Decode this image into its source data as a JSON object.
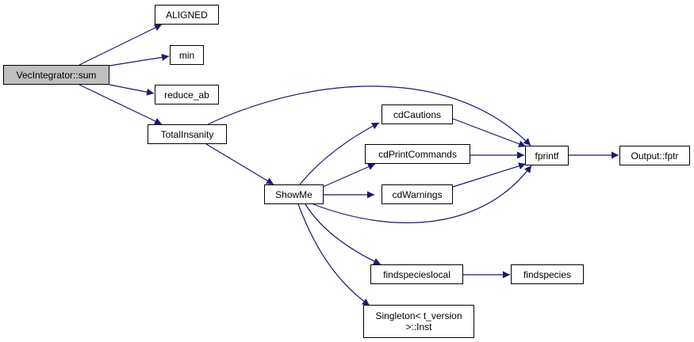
{
  "colors": {
    "edge": "#191970",
    "node_border": "#000000",
    "node_fill": "#ffffff",
    "root_fill": "#bfbfbf"
  },
  "nodes": {
    "vecintegrator_sum": "VecIntegrator::sum",
    "aligned": "ALIGNED",
    "min": "min",
    "reduce_ab": "reduce_ab",
    "totalinsanity": "TotalInsanity",
    "showme": "ShowMe",
    "cdcautions": "cdCautions",
    "cdprintcommands": "cdPrintCommands",
    "cdwarnings": "cdWarnings",
    "fprintf": "fprintf",
    "output_fptr": "Output::fptr",
    "findspecieslocal": "findspecieslocal",
    "findspecies": "findspecies",
    "singleton_line1": "Singleton< t_version",
    "singleton_line2": ">::Inst"
  },
  "edges": [
    [
      "vecintegrator_sum",
      "aligned"
    ],
    [
      "vecintegrator_sum",
      "min"
    ],
    [
      "vecintegrator_sum",
      "reduce_ab"
    ],
    [
      "vecintegrator_sum",
      "totalinsanity"
    ],
    [
      "totalinsanity",
      "fprintf"
    ],
    [
      "totalinsanity",
      "showme"
    ],
    [
      "showme",
      "cdcautions"
    ],
    [
      "showme",
      "cdprintcommands"
    ],
    [
      "showme",
      "cdwarnings"
    ],
    [
      "showme",
      "fprintf"
    ],
    [
      "showme",
      "findspecieslocal"
    ],
    [
      "showme",
      "singleton"
    ],
    [
      "cdcautions",
      "fprintf"
    ],
    [
      "cdprintcommands",
      "fprintf"
    ],
    [
      "cdwarnings",
      "fprintf"
    ],
    [
      "fprintf",
      "output_fptr"
    ],
    [
      "findspecieslocal",
      "findspecies"
    ]
  ]
}
